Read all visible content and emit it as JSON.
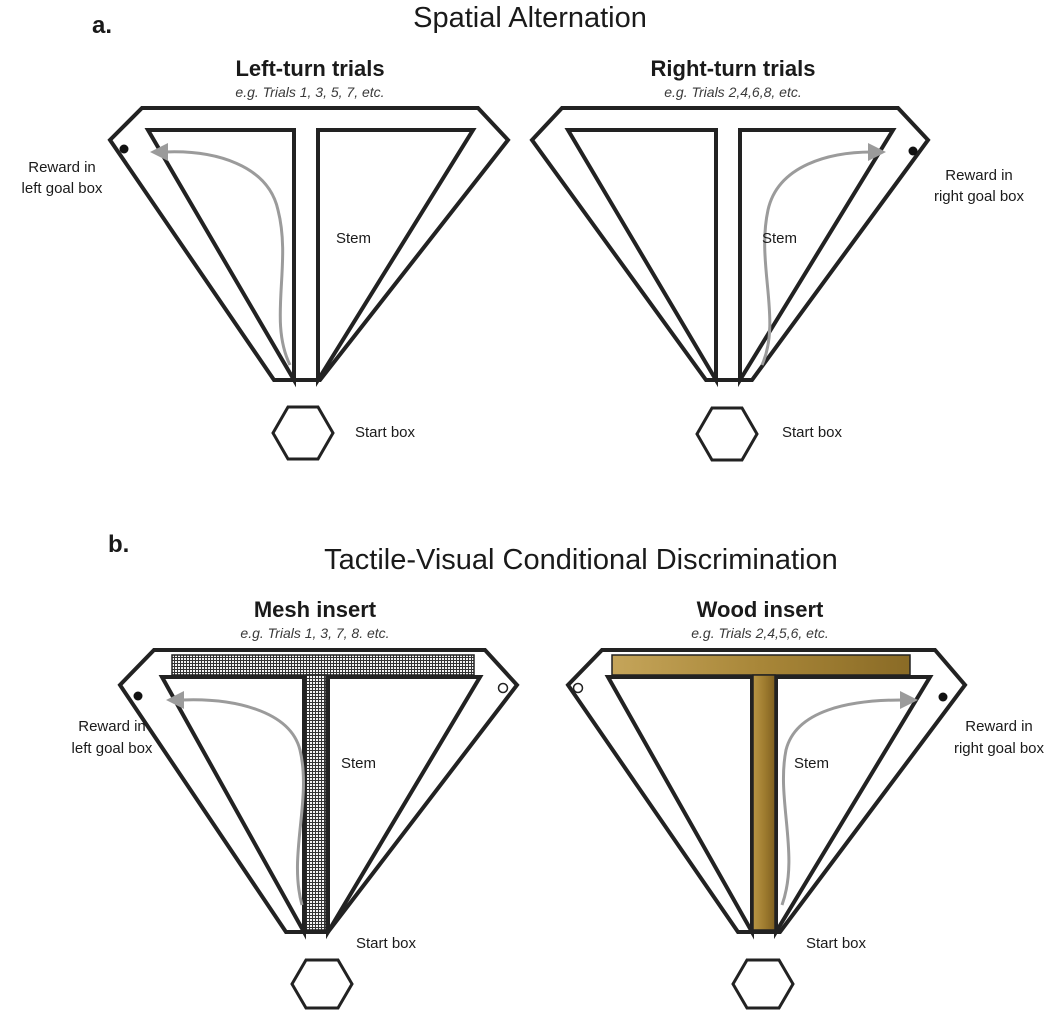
{
  "panel_a": {
    "letter": "a.",
    "title": "Spatial Alternation",
    "left": {
      "title": "Left-turn trials",
      "subtitle": "e.g. Trials 1, 3, 5, 7, etc.",
      "reward_line1": "Reward in",
      "reward_line2": "left goal box",
      "stem": "Stem",
      "start": "Start box"
    },
    "right": {
      "title": "Right-turn trials",
      "subtitle": "e.g. Trials 2,4,6,8, etc.",
      "reward_line1": "Reward in",
      "reward_line2": "right goal box",
      "stem": "Stem",
      "start": "Start box"
    }
  },
  "panel_b": {
    "letter": "b.",
    "title": "Tactile-Visual Conditional Discrimination",
    "left": {
      "title": "Mesh insert",
      "subtitle": "e.g. Trials 1, 3, 7,  8. etc.",
      "reward_line1": "Reward in",
      "reward_line2": "left goal box",
      "stem": "Stem",
      "start": "Start box"
    },
    "right": {
      "title": "Wood insert",
      "subtitle": "e.g. Trials 2,4,5,6, etc.",
      "reward_line1": "Reward in",
      "reward_line2": "right goal box",
      "stem": "Stem",
      "start": "Start box"
    }
  },
  "colors": {
    "wall": "#222222",
    "route_arrow": "#9b9b9b",
    "wood_insert": "#a88638",
    "mesh_insert": "#555555"
  }
}
